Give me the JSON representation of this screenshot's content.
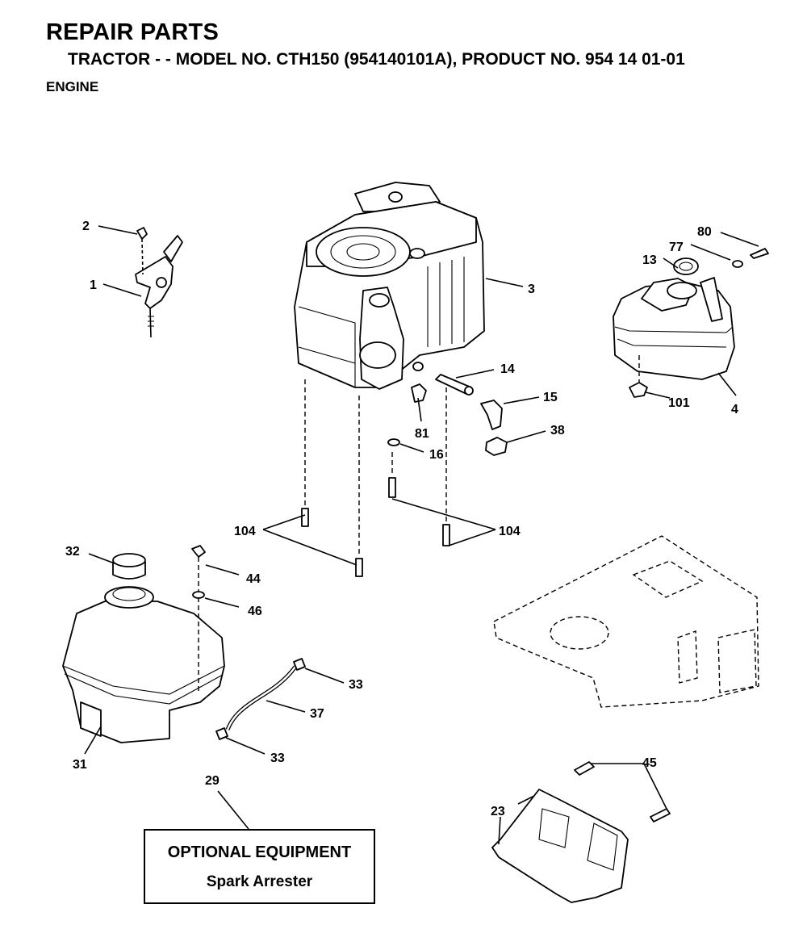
{
  "header": {
    "title": "REPAIR PARTS",
    "subtitle": "TRACTOR - - MODEL NO. CTH150 (954140101A), PRODUCT NO. 954 14 01-01",
    "section": "ENGINE"
  },
  "callouts": {
    "c1": "1",
    "c2": "2",
    "c3": "3",
    "c4": "4",
    "c13": "13",
    "c14": "14",
    "c15": "15",
    "c16": "16",
    "c23": "23",
    "c29": "29",
    "c31": "31",
    "c32": "32",
    "c33a": "33",
    "c33b": "33",
    "c37": "37",
    "c38": "38",
    "c44": "44",
    "c45": "45",
    "c46": "46",
    "c77": "77",
    "c80": "80",
    "c81": "81",
    "c101": "101",
    "c104a": "104",
    "c104b": "104"
  },
  "optional_box": {
    "title": "OPTIONAL EQUIPMENT",
    "item": "Spark Arrester"
  }
}
